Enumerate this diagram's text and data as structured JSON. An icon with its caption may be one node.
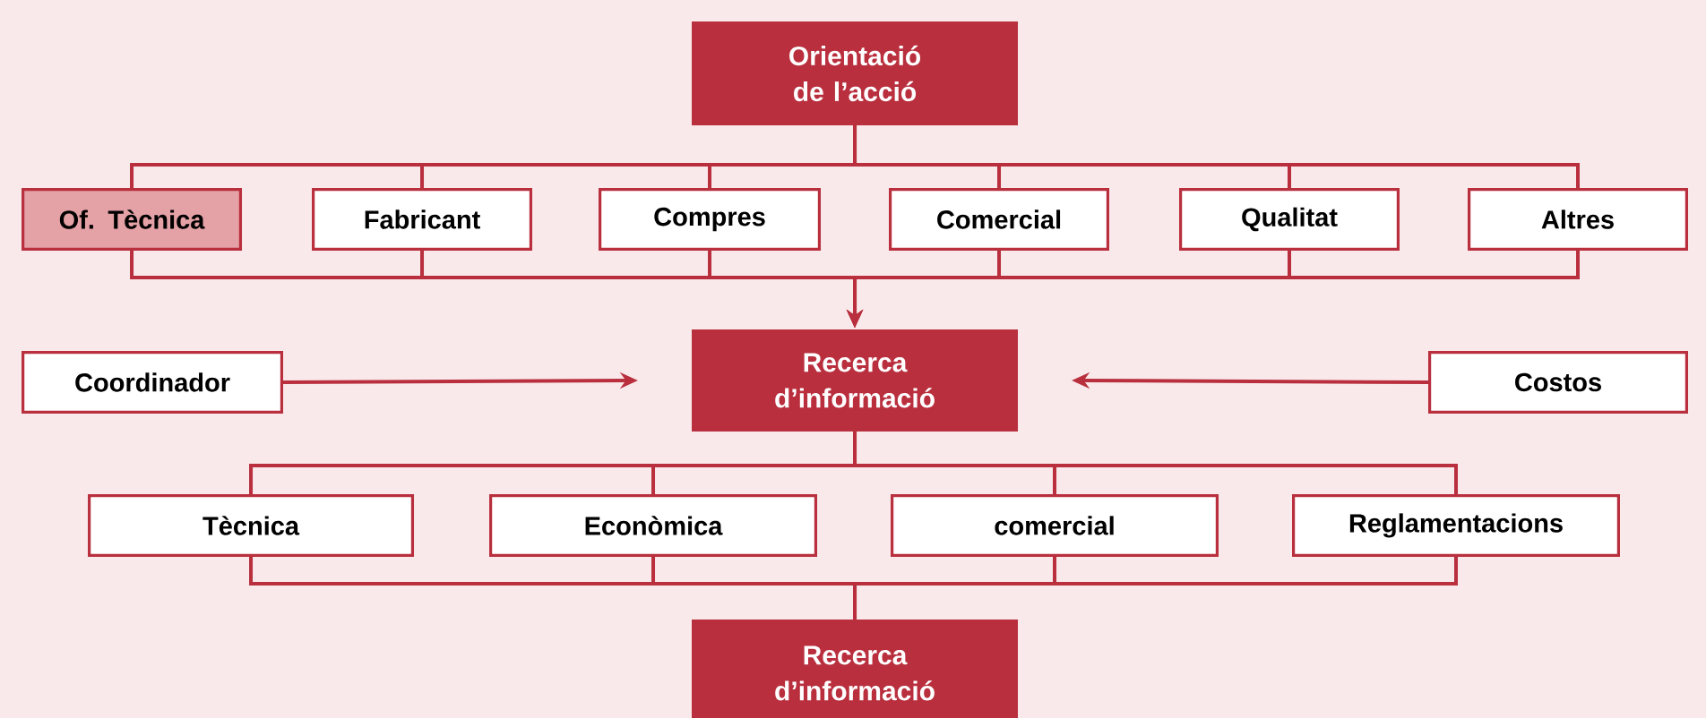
{
  "diagram": {
    "nodes": [
      {
        "text": [
          "Orientació de l’acció"
        ]
      },
      {
        "text": [
          "Of. Tècnica"
        ]
      },
      {
        "text": [
          "Fabricant"
        ]
      },
      {
        "text": [
          "Compres"
        ]
      },
      {
        "text": [
          "Comercial"
        ]
      },
      {
        "text": [
          "Qualitat"
        ]
      },
      {
        "text": [
          "Altres"
        ]
      },
      {
        "text": [
          "Coordinador"
        ]
      },
      {
        "text": [
          "Recerca d’informació"
        ]
      },
      {
        "text": [
          "Costos"
        ]
      },
      {
        "text": [
          "Tècnica"
        ]
      },
      {
        "text": [
          "Econòmica"
        ]
      },
      {
        "text": [
          "comercial"
        ]
      },
      {
        "text": [
          "Reglamentacions"
        ]
      },
      {
        "text": [
          "Recerca d’informació"
        ]
      }
    ],
    "edges": [
      {
        "from": 0,
        "to": 1,
        "arrow": "none"
      },
      {
        "from": 0,
        "to": 2,
        "arrow": "none"
      },
      {
        "from": 0,
        "to": 3,
        "arrow": "none"
      },
      {
        "from": 0,
        "to": 4,
        "arrow": "none"
      },
      {
        "from": 0,
        "to": 5,
        "arrow": "none"
      },
      {
        "from": 0,
        "to": 6,
        "arrow": "none"
      },
      {
        "from": 1,
        "to": 8,
        "arrow": "to"
      },
      {
        "from": 2,
        "to": 8,
        "arrow": "to"
      },
      {
        "from": 3,
        "to": 8,
        "arrow": "to"
      },
      {
        "from": 4,
        "to": 8,
        "arrow": "to"
      },
      {
        "from": 5,
        "to": 8,
        "arrow": "to"
      },
      {
        "from": 6,
        "to": 8,
        "arrow": "to"
      },
      {
        "from": 7,
        "to": 8,
        "arrow": "to"
      },
      {
        "from": 9,
        "to": 8,
        "arrow": "to"
      },
      {
        "from": 8,
        "to": 10,
        "arrow": "none"
      },
      {
        "from": 8,
        "to": 11,
        "arrow": "none"
      },
      {
        "from": 8,
        "to": 12,
        "arrow": "none"
      },
      {
        "from": 8,
        "to": 13,
        "arrow": "none"
      },
      {
        "from": 10,
        "to": 14,
        "arrow": "none"
      },
      {
        "from": 11,
        "to": 14,
        "arrow": "none"
      },
      {
        "from": 12,
        "to": 14,
        "arrow": "none"
      },
      {
        "from": 13,
        "to": 14,
        "arrow": "none"
      }
    ]
  }
}
